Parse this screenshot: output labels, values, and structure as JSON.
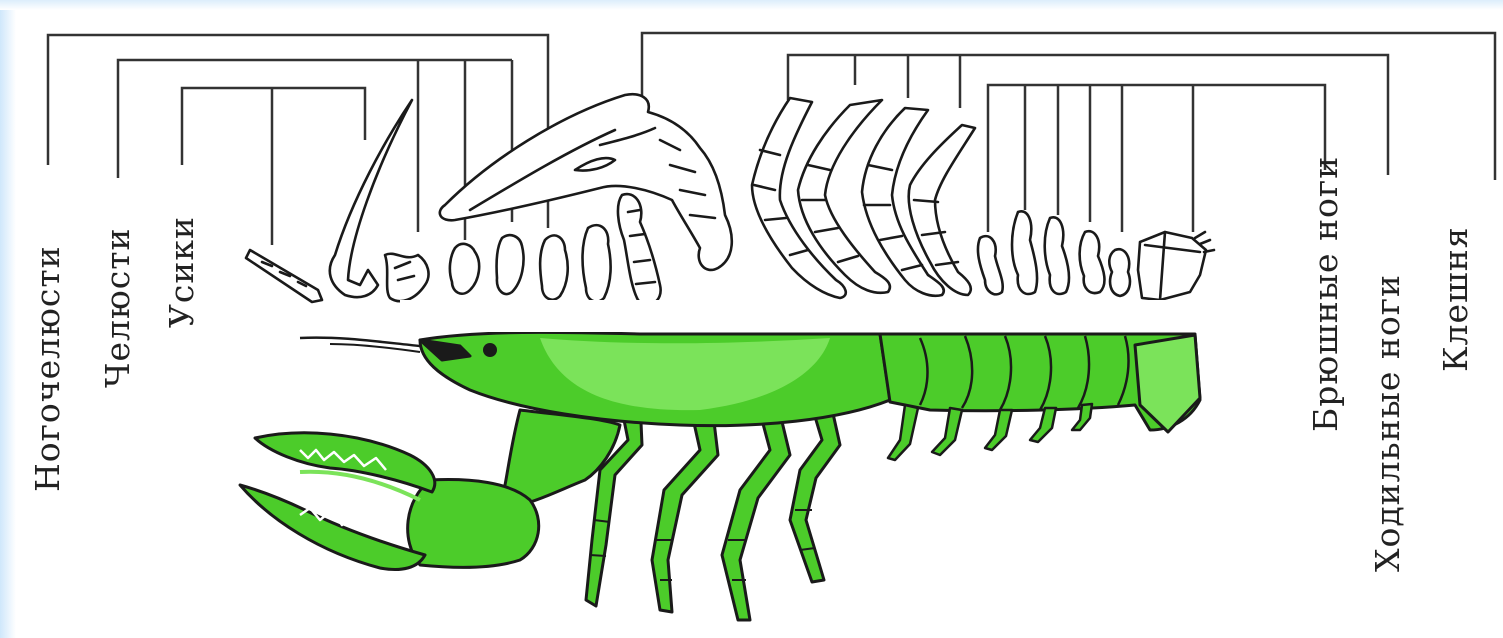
{
  "labels": {
    "left": [
      "Ногочелюсти",
      "Челюсти",
      "Усики"
    ],
    "right": [
      "Брюшные ноги",
      "Ходильные ноги",
      "Клешня"
    ]
  },
  "colors": {
    "body": "#4ccc2a",
    "body_light": "#7be35a",
    "outline": "#1a1a1a",
    "bracket": "#333333"
  }
}
